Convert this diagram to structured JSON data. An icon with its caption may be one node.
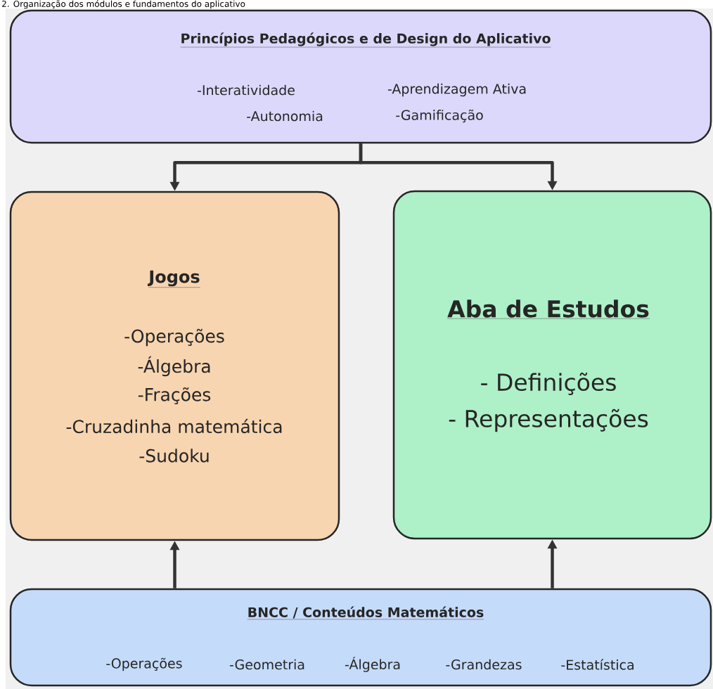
{
  "diagram": {
    "title": "2. Organização dos módulos e fundamentos do aplicativo",
    "nodes": [
      {
        "text": [
          "Princípios Pedagógicos e de Design do Aplicativo",
          "-Interatividade",
          "-Aprendizagem Ativa",
          "-Autonomia",
          "-Gamificação"
        ]
      },
      {
        "text": [
          "Jogos",
          "-Operações",
          "-Álgebra",
          "-Frações",
          "-Cruzadinha matemática",
          "-Sudoku"
        ]
      },
      {
        "text": [
          "Aba de Estudos",
          "- Definições",
          "- Representações"
        ]
      },
      {
        "text": [
          "BNCC / Conteúdos Matemáticos",
          "-Operações",
          "-Geometria",
          "-Álgebra",
          "-Grandezas",
          "-Estatística"
        ]
      }
    ],
    "edges": [
      {
        "from": 0,
        "to": 1,
        "arrow": "to"
      },
      {
        "from": 0,
        "to": 2,
        "arrow": "to"
      },
      {
        "from": 3,
        "to": 1,
        "arrow": "to"
      },
      {
        "from": 3,
        "to": 2,
        "arrow": "to"
      }
    ]
  }
}
